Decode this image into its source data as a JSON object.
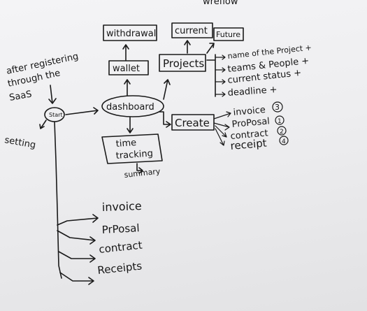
{
  "header": {
    "text": "wreflow"
  },
  "nodes": {
    "withdrawal": "withdrawal",
    "current": "current",
    "future": "Future",
    "wallet": "wallet",
    "projects": "Projects",
    "dashboard": "dashboard",
    "time_tracking_1": "time",
    "time_tracking_2": "tracking",
    "summary": "summary",
    "create": "Create",
    "start": "Start",
    "setting": "setting"
  },
  "note": {
    "line1": "after registering",
    "line2": "through the",
    "line3": "SaaS"
  },
  "project_details": [
    "name of the Project +",
    "teams & People +",
    "current status +",
    "deadline +"
  ],
  "create_items": [
    {
      "label": "invoice",
      "num": "3"
    },
    {
      "label": "ProPosal",
      "num": "1"
    },
    {
      "label": "contract",
      "num": "2"
    },
    {
      "label": "receipt",
      "num": "4"
    }
  ],
  "bottom_items": [
    "invoice",
    "PrPosal",
    "contract",
    "Receipts"
  ]
}
